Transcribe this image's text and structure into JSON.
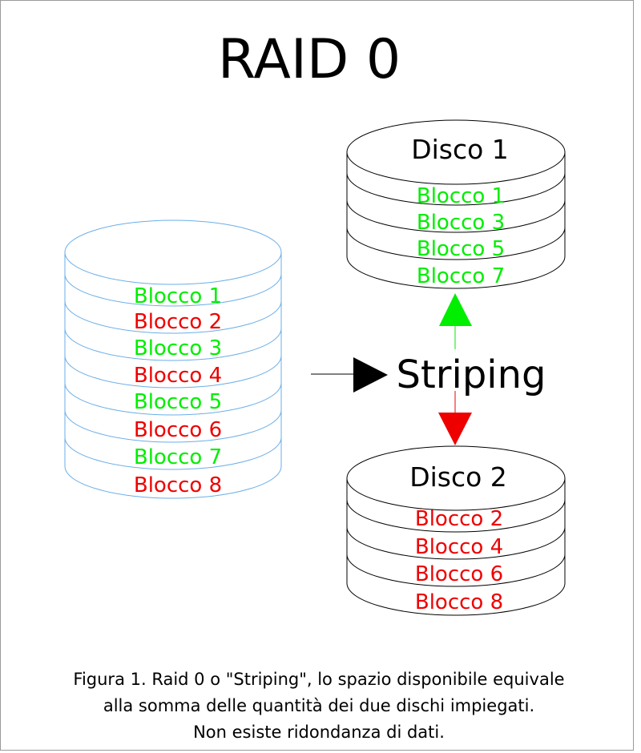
{
  "title": "RAID 0",
  "source": {
    "blocks": [
      {
        "label": "Blocco 1",
        "color": "#00ee00"
      },
      {
        "label": "Blocco 2",
        "color": "#ee0000"
      },
      {
        "label": "Blocco 3",
        "color": "#00ee00"
      },
      {
        "label": "Blocco 4",
        "color": "#ee0000"
      },
      {
        "label": "Blocco 5",
        "color": "#00ee00"
      },
      {
        "label": "Blocco 6",
        "color": "#ee0000"
      },
      {
        "label": "Blocco 7",
        "color": "#00ee00"
      },
      {
        "label": "Blocco 8",
        "color": "#ee0000"
      }
    ],
    "stroke_color": "#6aaee8"
  },
  "striping_label": "Striping",
  "disk1": {
    "name": "Disco 1",
    "blocks": [
      "Blocco 1",
      "Blocco 3",
      "Blocco 5",
      "Blocco 7"
    ],
    "color": "#00ee00"
  },
  "disk2": {
    "name": "Disco 2",
    "blocks": [
      "Blocco 2",
      "Blocco 4",
      "Blocco 6",
      "Blocco 8"
    ],
    "color": "#ee0000"
  },
  "arrow_colors": {
    "input": "#000000",
    "up": "#00ee00",
    "down": "#ee0000"
  },
  "caption": {
    "line1": "Figura 1. Raid 0 o \"Striping\", lo spazio disponibile equivale",
    "line2": "alla somma delle quantità dei due dischi impiegati.",
    "line3": "Non esiste ridondanza di dati."
  }
}
